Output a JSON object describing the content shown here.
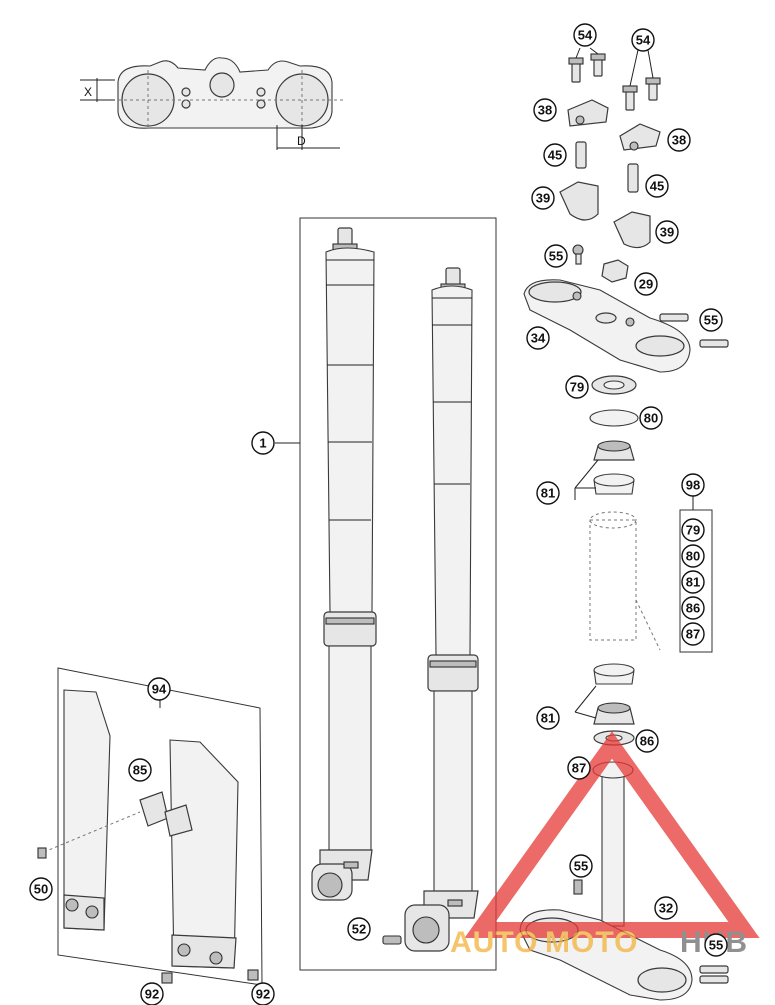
{
  "colors": {
    "watermark_red": "#e53935",
    "watermark_gold": "#f3b23a",
    "watermark_gray": "#6b6b6b"
  },
  "dimensions": {
    "x_label": "X",
    "d_label": "D"
  },
  "callouts": {
    "c1": "1",
    "c29": "29",
    "c32": "32",
    "c34": "34",
    "c38a": "38",
    "c38b": "38",
    "c39a": "39",
    "c39b": "39",
    "c45a": "45",
    "c45b": "45",
    "c50": "50",
    "c52": "52",
    "c54a": "54",
    "c54b": "54",
    "c55a": "55",
    "c55b": "55",
    "c55c": "55",
    "c55d": "55",
    "c79": "79",
    "c80": "80",
    "c81a": "81",
    "c81b": "81",
    "c85": "85",
    "c86": "86",
    "c87": "87",
    "c92a": "92",
    "c92b": "92",
    "c94": "94"
  },
  "kit": {
    "title": "98",
    "items": [
      "79",
      "80",
      "81",
      "86",
      "87"
    ]
  },
  "watermark": {
    "part1": "AUTO",
    "part2": "MOTO",
    "part3": "HUB"
  }
}
